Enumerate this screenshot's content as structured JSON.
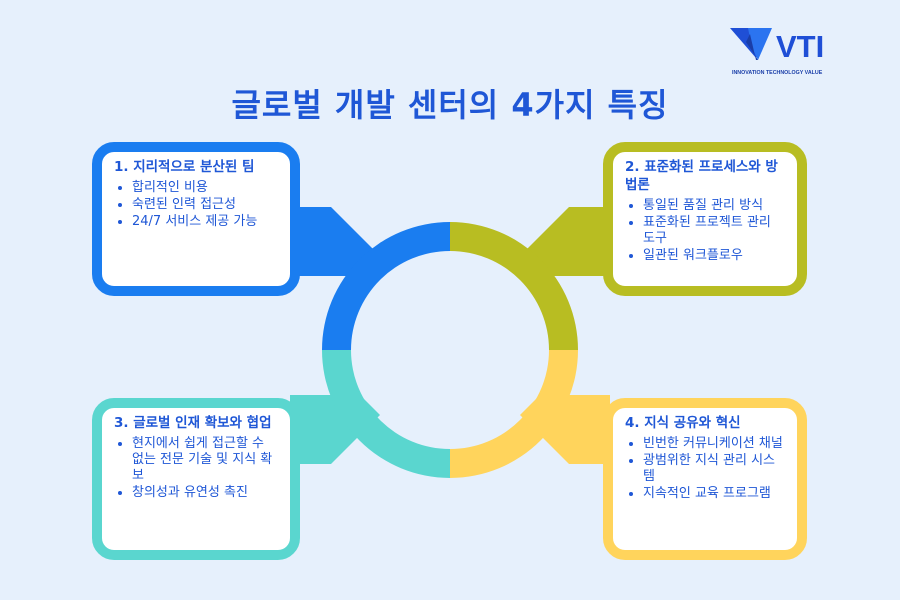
{
  "logo": {
    "text": "VTI",
    "tagline": "INNOVATION TECHNOLOGY VALUE"
  },
  "title": "글로벌 개발 센터의 4가지 특징",
  "colors": {
    "blue": "#1a7df0",
    "olive": "#b8bd22",
    "teal": "#5ad6cf",
    "yellow": "#ffd45c",
    "title": "#1f57d6"
  },
  "cards": [
    {
      "heading": "1. 지리적으로 분산된 팀",
      "items": [
        "합리적인 비용",
        "숙련된 인력 접근성",
        "24/7 서비스 제공 가능"
      ]
    },
    {
      "heading": "2. 표준화된 프로세스와 방법론",
      "items": [
        "통일된 품질 관리 방식",
        "표준화된 프로젝트 관리 도구",
        "일관된 워크플로우"
      ]
    },
    {
      "heading": "3. 글로벌 인재 확보와 협업",
      "items": [
        "현지에서 쉽게 접근할 수 없는 전문 기술 및 지식 확보",
        "창의성과 유연성 촉진"
      ]
    },
    {
      "heading": "4. 지식 공유와 혁신",
      "items": [
        "빈번한 커뮤니케이션 채널",
        "광범위한 지식 관리 시스템",
        "지속적인 교육 프로그램"
      ]
    }
  ]
}
